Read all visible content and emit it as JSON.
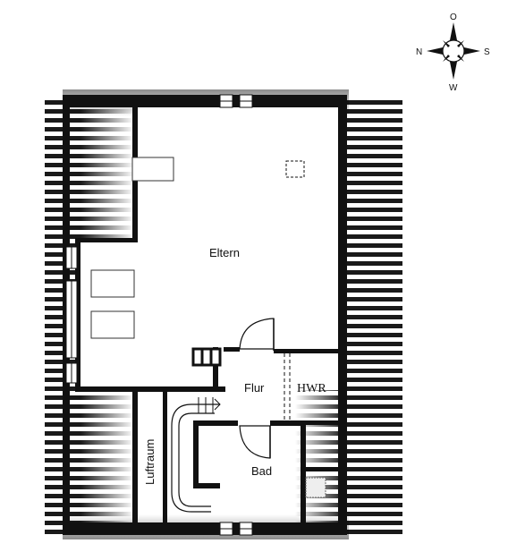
{
  "plan": {
    "rooms": {
      "eltern": "Eltern",
      "flur": "Flur",
      "hwr": "HWR",
      "bad": "Bad",
      "luftraum": "Luftraum"
    },
    "compass": {
      "north": "N",
      "east": "O",
      "south": "S",
      "west": "W"
    }
  },
  "colors": {
    "wall": "#111111",
    "roof_stripe": "#1a1a1a",
    "background": "#ffffff"
  },
  "icons": [
    "compass-rose-icon",
    "window-icon",
    "door-swing-icon",
    "stairs-icon",
    "chimney-icon",
    "skylight-icon"
  ]
}
